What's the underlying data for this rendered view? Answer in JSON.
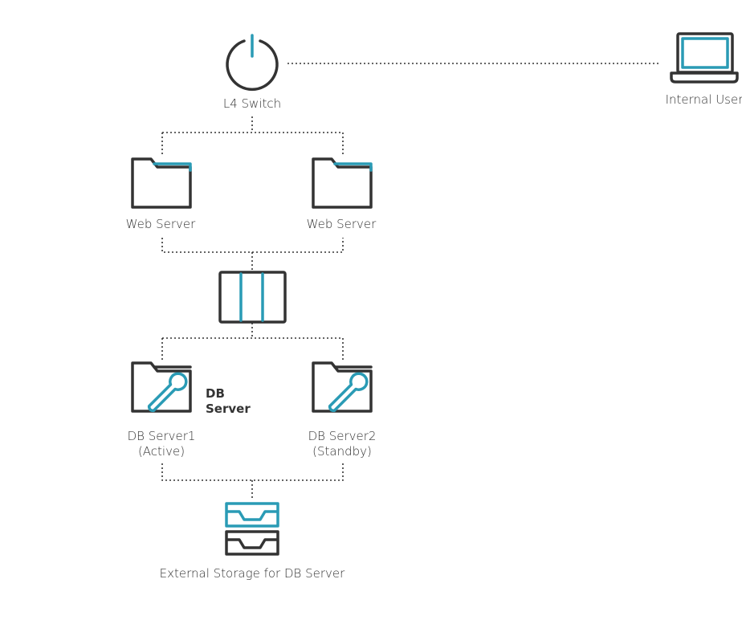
{
  "colors": {
    "accent": "#2a9bb5",
    "dark": "#333333",
    "line": "#333333"
  },
  "nodes": {
    "l4_switch": {
      "label": "L4 Switch",
      "icon": "power-icon"
    },
    "internal_user": {
      "label": "Internal User",
      "icon": "laptop-icon"
    },
    "web_server_1": {
      "label": "Web Server",
      "icon": "folder-icon"
    },
    "web_server_2": {
      "label": "Web Server",
      "icon": "folder-icon"
    },
    "load_balancer": {
      "icon": "columns-icon"
    },
    "db_server_1": {
      "label_line1": "DB Server1",
      "label_line2": "(Active)",
      "icon": "folder-wrench-icon"
    },
    "db_server_2": {
      "label_line1": "DB Server2",
      "label_line2": "(Standby)",
      "icon": "folder-wrench-icon"
    },
    "db_group": {
      "label_line1": "DB",
      "label_line2": "Server"
    },
    "storage": {
      "label": "External Storage for DB Server",
      "icon": "storage-tray-icon"
    }
  }
}
